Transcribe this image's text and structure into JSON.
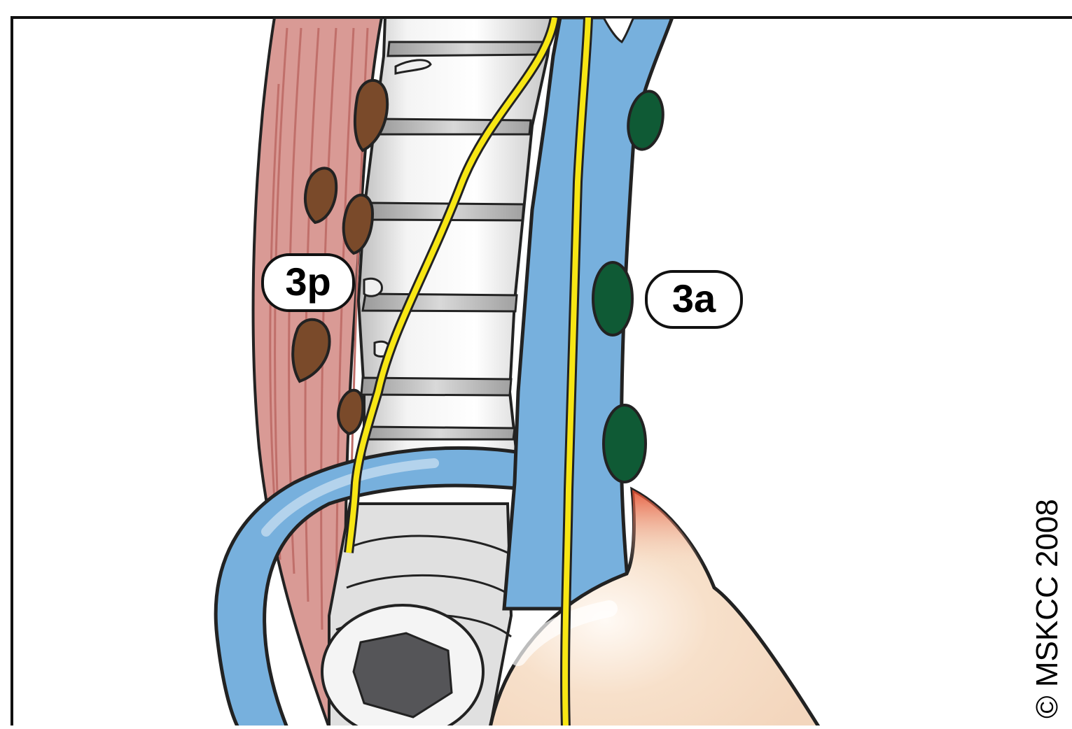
{
  "labels": {
    "posterior": "3p",
    "anterior": "3a"
  },
  "copyright": "© MSKCC 2008",
  "colors": {
    "muscle": "#d99a95",
    "muscle_stripe": "#c06f6a",
    "vertebra": "#e6e6e6",
    "vessel": "#77b0dd",
    "nerve": "#f7e614",
    "posterior_node": "#7a4a2a",
    "anterior_node": "#0f5a35",
    "heart": "#f5dcc6",
    "heart_accent": "#e65032",
    "lumen": "#555558"
  }
}
